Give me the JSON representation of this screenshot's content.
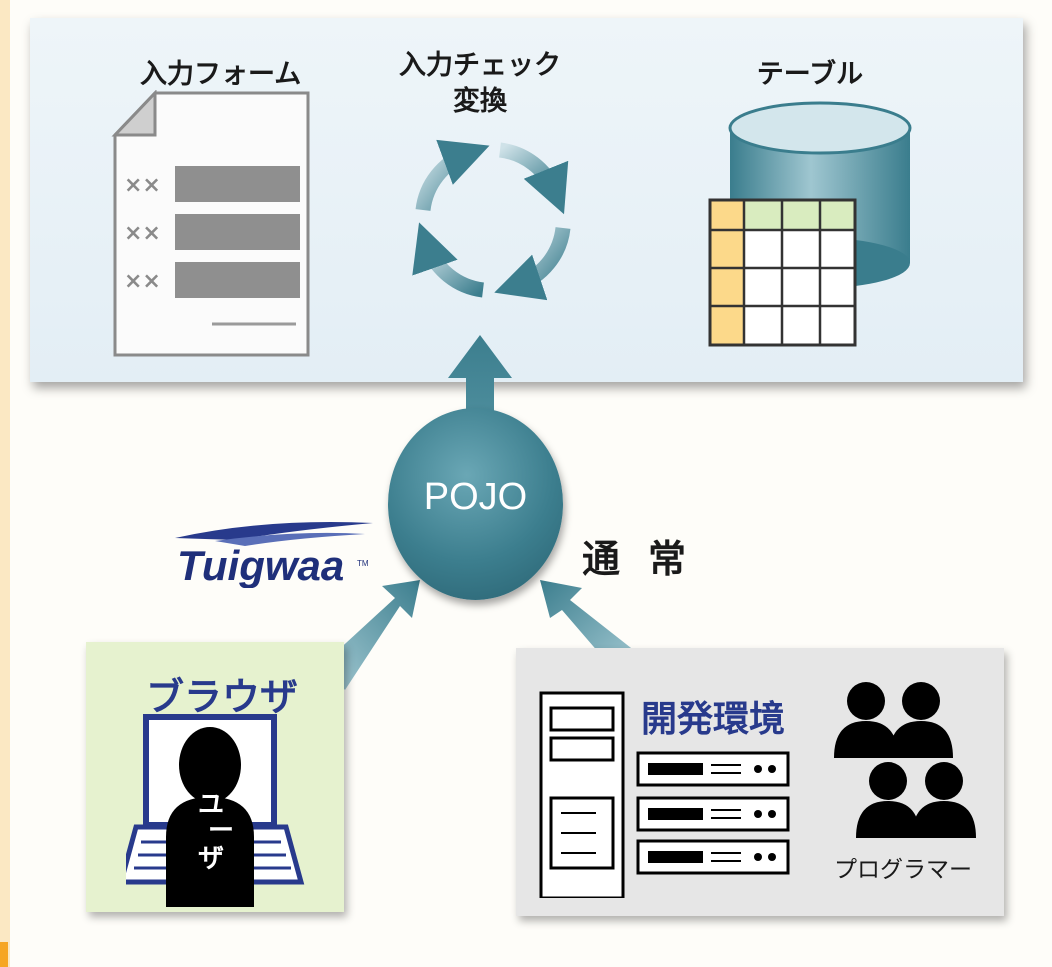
{
  "labels": {
    "input_form": "入力フォーム",
    "input_check_line1": "入力チェック",
    "input_check_line2": "変換",
    "table": "テーブル"
  },
  "center": {
    "pojo": "POJO",
    "normal": "通常"
  },
  "logo": {
    "text": "Tuigwaa",
    "tm": "TM"
  },
  "browser": {
    "title": "ブラウザ",
    "user_char1": "ユ",
    "user_char2": "ー",
    "user_char3": "ザ"
  },
  "dev_env": {
    "title": "開発環境",
    "programmer": "プログラマー"
  },
  "form_rows": [
    "××",
    "××",
    "××"
  ],
  "colors": {
    "teal": "#3c7e8e",
    "navy_text": "#283a8c",
    "browser_bg": "#e6f2cf",
    "dev_bg": "#e6e6e6",
    "panel_bg": "#eaf3f8",
    "table_header": "#d9ecbf",
    "table_side": "#fcd98a"
  },
  "icons": [
    "document-icon",
    "refresh-cycle-icon",
    "database-icon",
    "laptop-icon",
    "server-rack-icon",
    "people-icon"
  ]
}
